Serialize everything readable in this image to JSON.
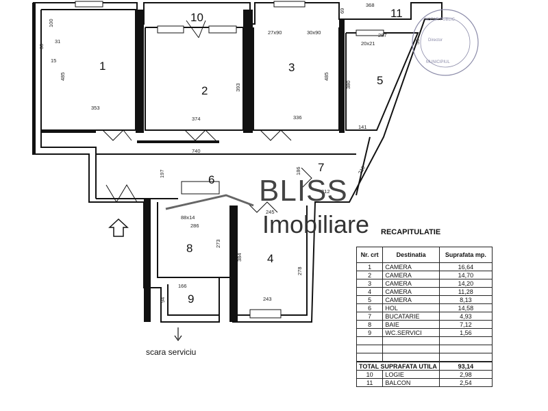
{
  "rooms": {
    "r1": "1",
    "r2": "2",
    "r3": "3",
    "r4": "4",
    "r5": "5",
    "r6": "6",
    "r7": "7",
    "r8": "8",
    "r9": "9",
    "r10": "10",
    "r11": "11"
  },
  "dimensions": {
    "d100": "100",
    "d60": "60",
    "d31": "31",
    "d15": "15",
    "d485a": "485",
    "d353": "353",
    "d374": "374",
    "d393": "393",
    "d27x90": "27x90",
    "d30x90": "30x90",
    "d485b": "485",
    "d336": "336",
    "d368": "368",
    "d69": "69",
    "d287": "287",
    "d20x21": "20x21",
    "d55": "55",
    "d380": "380",
    "d141": "141",
    "d740": "740",
    "d197": "197",
    "d186": "186",
    "d210": "210",
    "d212": "212",
    "d88x14": "88x14",
    "d286": "286",
    "d245": "245",
    "d273": "273",
    "d384": "384",
    "d278": "278",
    "d243": "243",
    "d166": "166",
    "d94": "94"
  },
  "labels": {
    "scara": "scara serviciu"
  },
  "watermark": {
    "line1": "BLISS",
    "line2": "Imobiliare"
  },
  "recap": {
    "title": "RECAPITULATIE",
    "head_nr": "Nr. crt",
    "head_dest": "Destinatia",
    "head_sup": "Suprafata mp.",
    "rows": [
      {
        "nr": "1",
        "dest": "CAMERA",
        "sup": "16,64"
      },
      {
        "nr": "2",
        "dest": "CAMERA",
        "sup": "14,70"
      },
      {
        "nr": "3",
        "dest": "CAMERA",
        "sup": "14,20"
      },
      {
        "nr": "4",
        "dest": "CAMERA",
        "sup": "11,28"
      },
      {
        "nr": "5",
        "dest": "CAMERA",
        "sup": "8,13"
      },
      {
        "nr": "6",
        "dest": "HOL",
        "sup": "14,58"
      },
      {
        "nr": "7",
        "dest": "BUCATARIE",
        "sup": "4,93"
      },
      {
        "nr": "8",
        "dest": "BAIE",
        "sup": "7,12"
      },
      {
        "nr": "9",
        "dest": "WC.SERVICI",
        "sup": "1,56"
      }
    ],
    "total_label": "TOTAL  SUPRAFATA UTILA",
    "total_value": "93,14",
    "extra": [
      {
        "nr": "10",
        "dest": "LOGIE",
        "sup": "2,98"
      },
      {
        "nr": "11",
        "dest": "BALCON",
        "sup": "2,54"
      }
    ]
  },
  "colors": {
    "wall": "#111111",
    "stamp": "#8a8aa8",
    "watermark": "#444444"
  }
}
